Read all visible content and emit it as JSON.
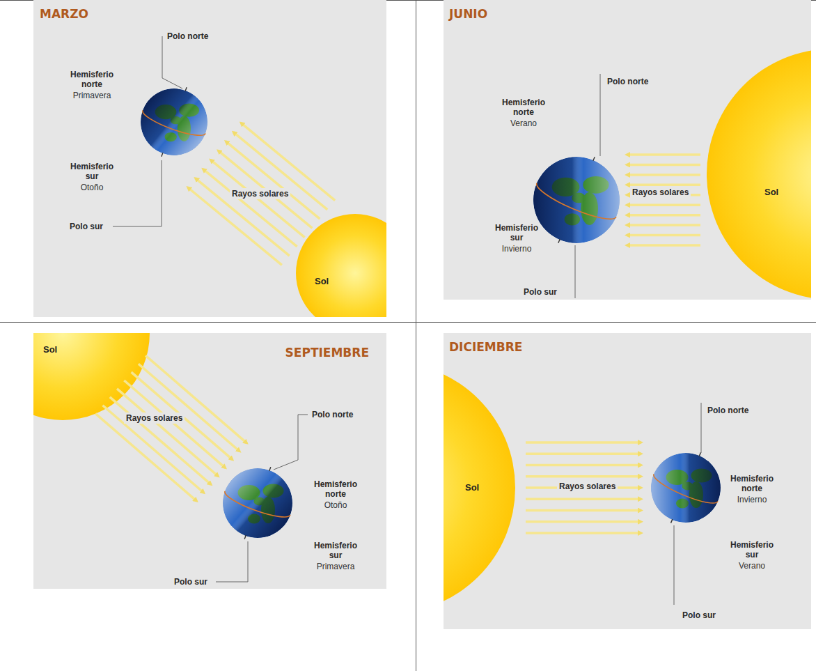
{
  "diagram": {
    "nodes": [
      {
        "text": [
          "Sol"
        ]
      },
      {
        "text": [
          "Sol"
        ]
      },
      {
        "text": [
          "Sol"
        ]
      },
      {
        "text": [
          "Sol"
        ]
      }
    ],
    "labels": [
      "MARZO",
      "Polo norte",
      "Hemisferio norte",
      "Primavera",
      "Hemisferio sur",
      "Otoño",
      "Rayos solares",
      "Polo sur",
      "JUNIO",
      "Polo norte",
      "Hemisferio norte",
      "Verano",
      "Hemisferio sur",
      "Invierno",
      "Rayos solares",
      "Polo sur",
      "SEPTIEMBRE",
      "Rayos solares",
      "Polo norte",
      "Hemisferio norte",
      "Otoño",
      "Hemisferio sur",
      "Primavera",
      "Polo sur",
      "DICIEMBRE",
      "Polo norte",
      "Rayos solares",
      "Hemisferio norte",
      "Invierno",
      "Hemisferio sur",
      "Verano",
      "Polo sur"
    ]
  }
}
